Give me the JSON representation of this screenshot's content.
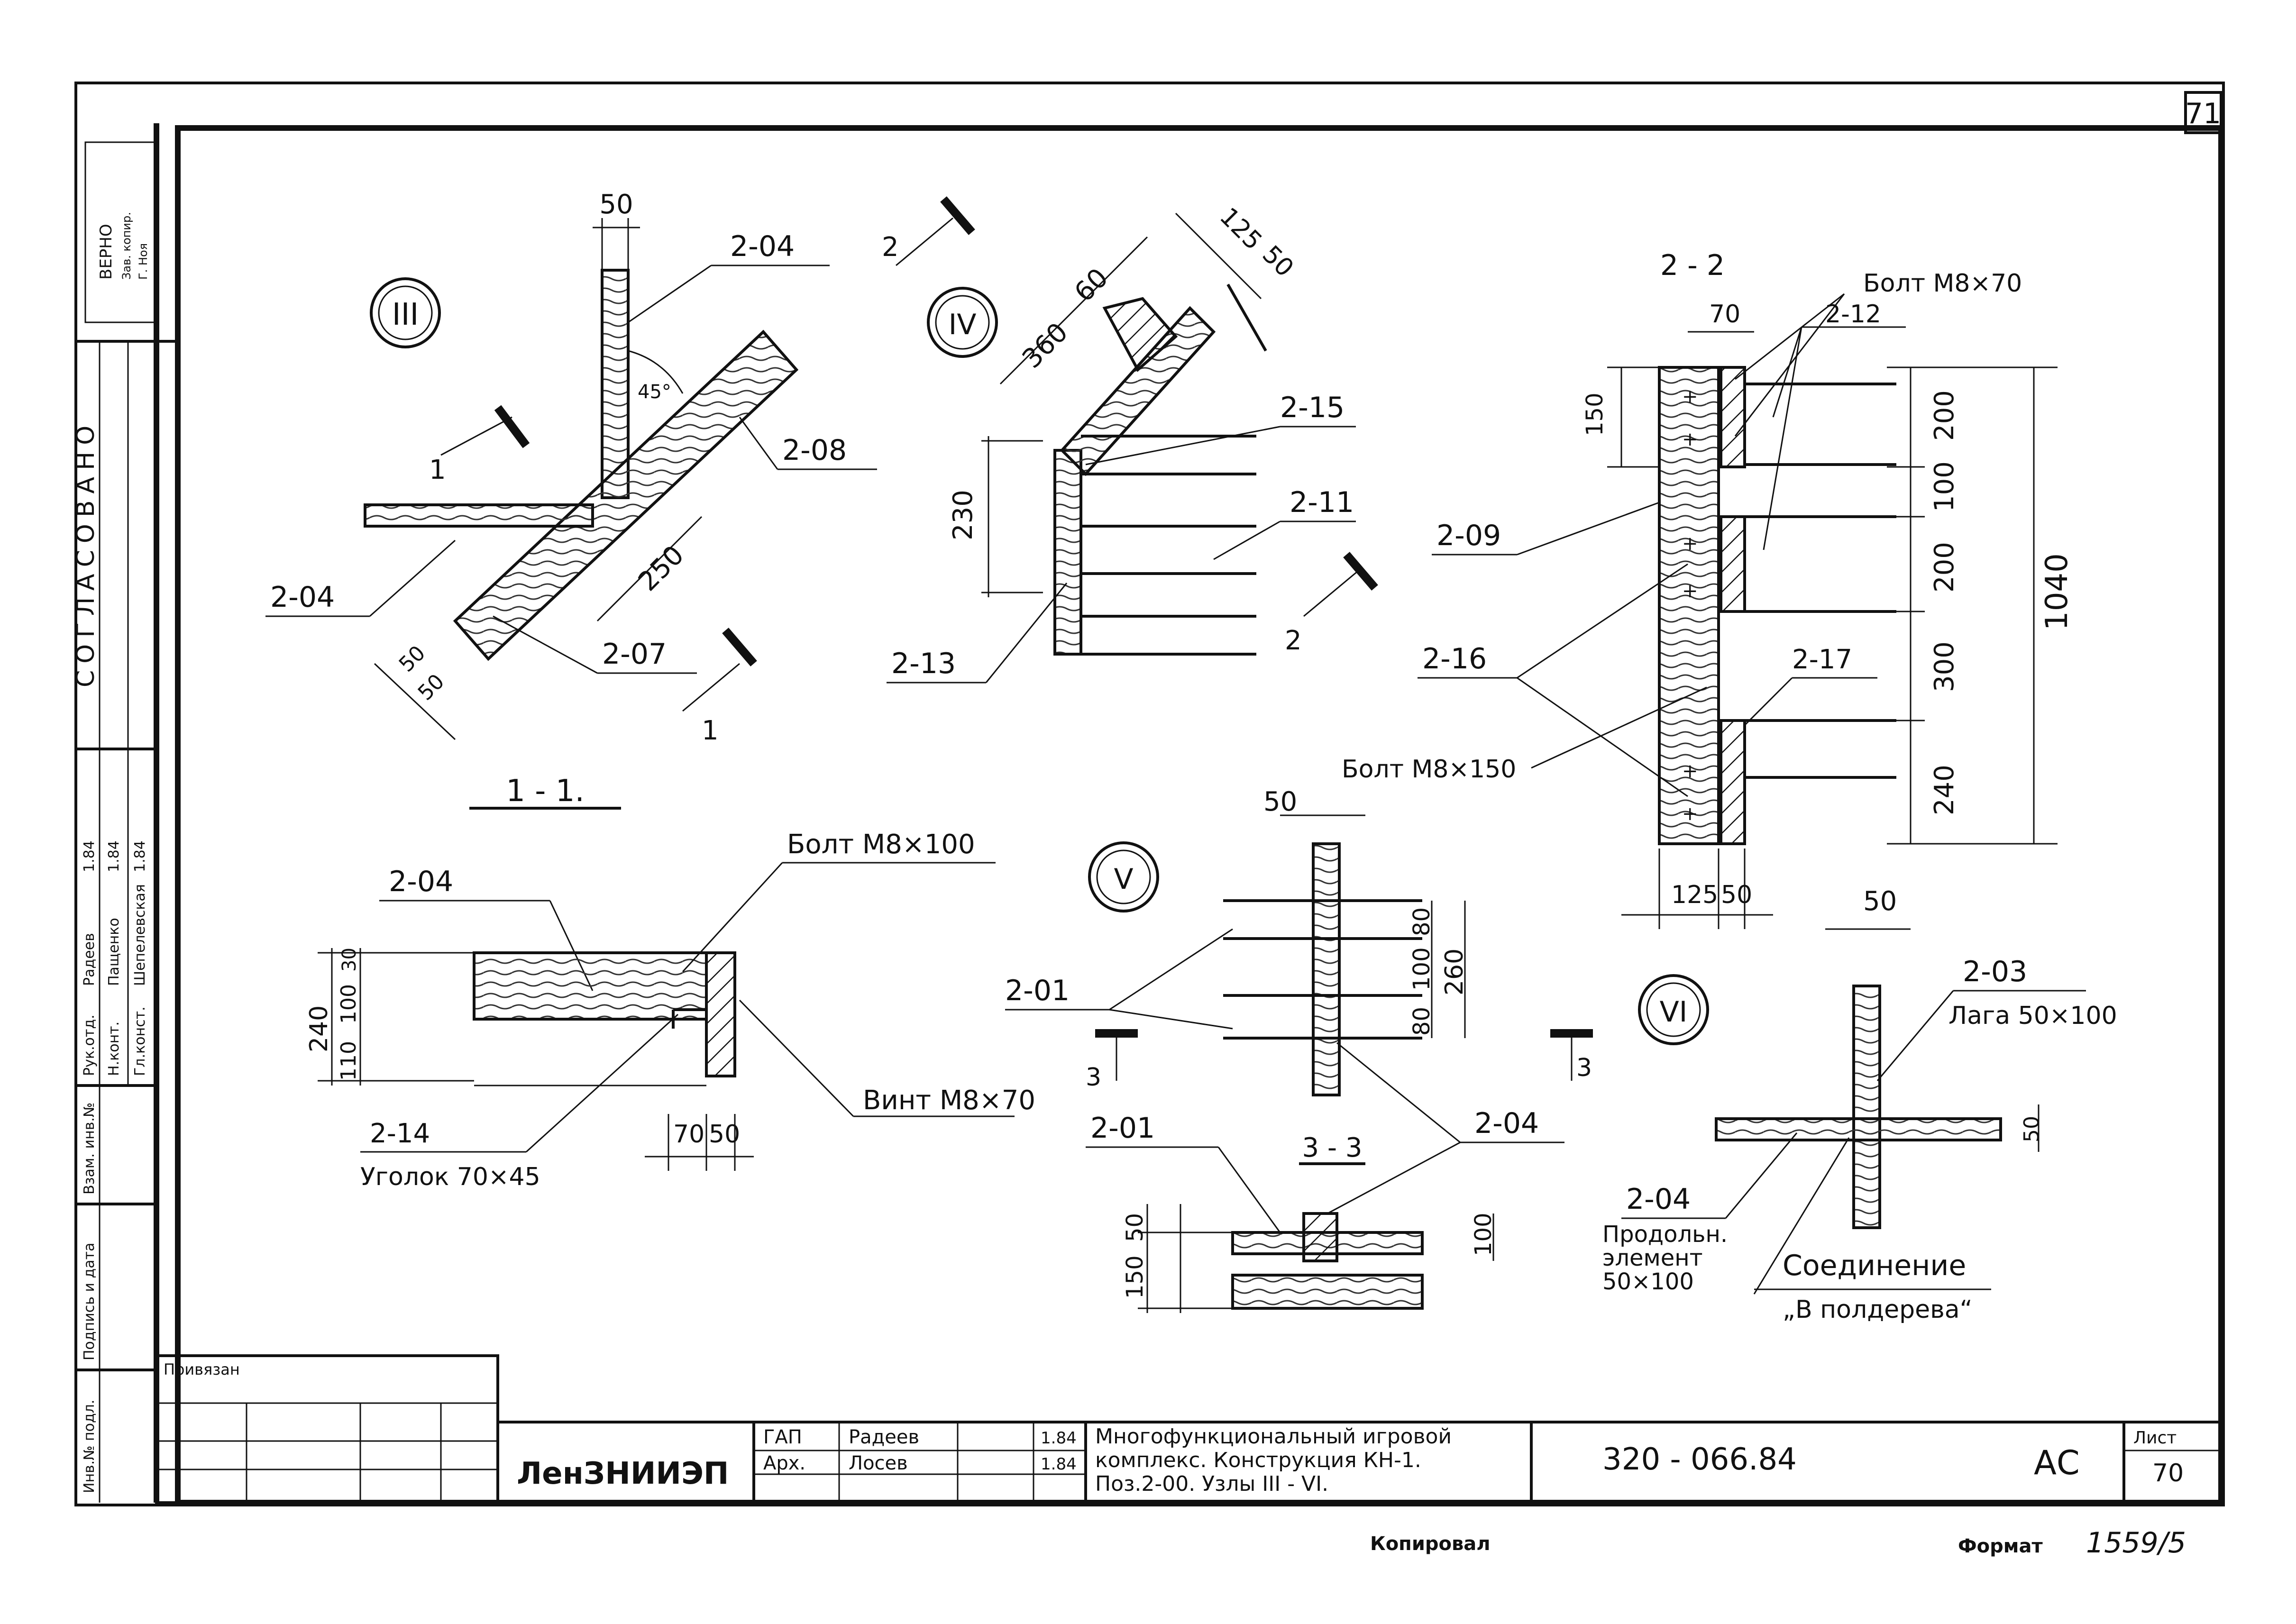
{
  "sheet": {
    "number_top": "71",
    "sheet_label": "Лист",
    "sheet_number": "70",
    "code": "320 - 066.84",
    "stage": "АС",
    "organization": "ЛенЗНИИЭП",
    "title_lines": [
      "Многофункциональный игровой",
      "комплекс. Конструкция КН-1.",
      "Поз.2-00. Узлы III - VI."
    ],
    "privyazan": "Привязан",
    "copied": "Копировал",
    "format_label": "Формат",
    "format_value": "1559/5",
    "stamp_rows": [
      {
        "role": "ГАП",
        "name": "Радеев",
        "date": "1.84"
      },
      {
        "role": "Арх.",
        "name": "Лосев",
        "date": "1.84"
      }
    ]
  },
  "left_strip": {
    "approved": "СОГЛАСОВАНО",
    "signers": [
      {
        "role": "Рук.отд.",
        "name": "Радеев",
        "date": "1.84"
      },
      {
        "role": "Н.конт.",
        "name": "Пащенко",
        "date": "1.84"
      },
      {
        "role": "Гл.конст.",
        "name": "Шепелевская",
        "date": "1.84"
      }
    ],
    "fields": [
      "Инв.№ подл.",
      "Подпись и дата",
      "Взам. инв.№"
    ],
    "verno_stamp": [
      "ВЕРНО",
      "Зав. копир.",
      "Г. Ноя"
    ]
  },
  "node3": {
    "marker": "III",
    "section_label": "1 - 1.",
    "dims": [
      "50",
      "250",
      "50",
      "50"
    ],
    "angle": "45°",
    "cut_mark": "1",
    "labels": [
      "2-04",
      "2-08",
      "2-04",
      "2-07"
    ]
  },
  "node4": {
    "marker": "IV",
    "dims": [
      "60",
      "360",
      "125",
      "50",
      "230"
    ],
    "cut_mark": "2",
    "labels": [
      "2-15",
      "2-11",
      "2-13"
    ]
  },
  "section22": {
    "title": "2 - 2",
    "bolt_top": "Болт М8×70",
    "bolt_bottom": "Болт М8×150",
    "dims_right": [
      "200",
      "100",
      "200",
      "300",
      "240"
    ],
    "dim_total": "1040",
    "dim_top": "70",
    "dim_left": "150",
    "dims_bottom": [
      "125",
      "50"
    ],
    "labels": [
      "2-12",
      "2-09",
      "2-16",
      "2-17"
    ]
  },
  "section11": {
    "bolt": "Болт М8×100",
    "screw": "Винт М8×70",
    "angle_label": "Уголок 70×45",
    "labels": [
      "2-04",
      "2-14"
    ],
    "dims_left": [
      "240",
      "110",
      "100",
      "30"
    ],
    "dims_bottom": [
      "70",
      "50"
    ]
  },
  "node5": {
    "marker": "V",
    "dims": [
      "50",
      "80",
      "100",
      "80",
      "260"
    ],
    "labels": [
      "2-01",
      "2-01",
      "2-04"
    ],
    "cut_mark": "3",
    "section_label": "3 - 3",
    "dims_section": [
      "50",
      "150",
      "100"
    ]
  },
  "node6": {
    "marker": "VI",
    "dims": [
      "50",
      "50"
    ],
    "label_top": "2-03",
    "lag": "Лага 50×100",
    "label_left": "2-04",
    "element_lines": [
      "Продольн.",
      "элемент",
      "50×100"
    ],
    "connection_lines": [
      "Соединение",
      "„В полдерева“"
    ]
  }
}
